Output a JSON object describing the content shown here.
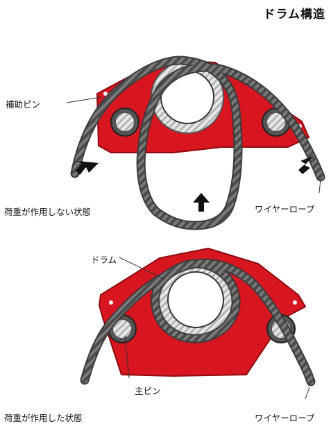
{
  "title": "ドラム構造",
  "diagram_top": {
    "pin_label": "補助ピン",
    "state_label": "荷重が作用しない状態",
    "rope_label": "ワイヤーロープ"
  },
  "diagram_bottom": {
    "drum_label": "ドラム",
    "pin_label": "主ピン",
    "state_label": "荷重が作用した状態",
    "rope_label": "ワイヤーロープ"
  },
  "colors": {
    "body": "#d8161f",
    "body_dark": "#8e0b10",
    "rope": "#6e6e6e",
    "drum": "#f2f2f2"
  }
}
